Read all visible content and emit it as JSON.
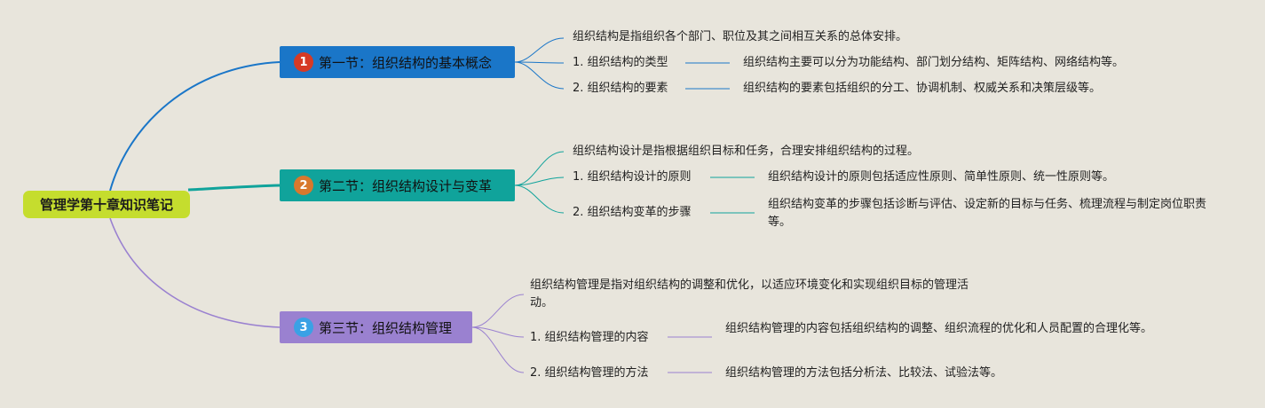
{
  "root": {
    "label": "管理学第十章知识笔记"
  },
  "colors": {
    "root_fill": "#c5dd2e",
    "section1": "#1a76c8",
    "section2": "#10a39b",
    "section3": "#9a81d0",
    "badge1": "#d63a25",
    "badge2": "#d8782d",
    "badge3": "#3aa1e5"
  },
  "sections": [
    {
      "badge": "1",
      "title": "第一节：组织结构的基本概念",
      "intro": "组织结构是指组织各个部门、职位及其之间相互关系的总体安排。",
      "items": [
        {
          "label": "1. 组织结构的类型",
          "detail": "组织结构主要可以分为功能结构、部门划分结构、矩阵结构、网络结构等。"
        },
        {
          "label": "2. 组织结构的要素",
          "detail": "组织结构的要素包括组织的分工、协调机制、权威关系和决策层级等。"
        }
      ]
    },
    {
      "badge": "2",
      "title": "第二节：组织结构设计与变革",
      "intro": "组织结构设计是指根据组织目标和任务，合理安排组织结构的过程。",
      "items": [
        {
          "label": "1. 组织结构设计的原则",
          "detail": "组织结构设计的原则包括适应性原则、简单性原则、统一性原则等。"
        },
        {
          "label": "2. 组织结构变革的步骤",
          "detail": "组织结构变革的步骤包括诊断与评估、设定新的目标与任务、梳理流程与制定岗位职责等。"
        }
      ]
    },
    {
      "badge": "3",
      "title": "第三节：组织结构管理",
      "intro": "组织结构管理是指对组织结构的调整和优化，以适应环境变化和实现组织目标的管理活动。",
      "items": [
        {
          "label": "1. 组织结构管理的内容",
          "detail": "组织结构管理的内容包括组织结构的调整、组织流程的优化和人员配置的合理化等。"
        },
        {
          "label": "2. 组织结构管理的方法",
          "detail": "组织结构管理的方法包括分析法、比较法、试验法等。"
        }
      ]
    }
  ]
}
